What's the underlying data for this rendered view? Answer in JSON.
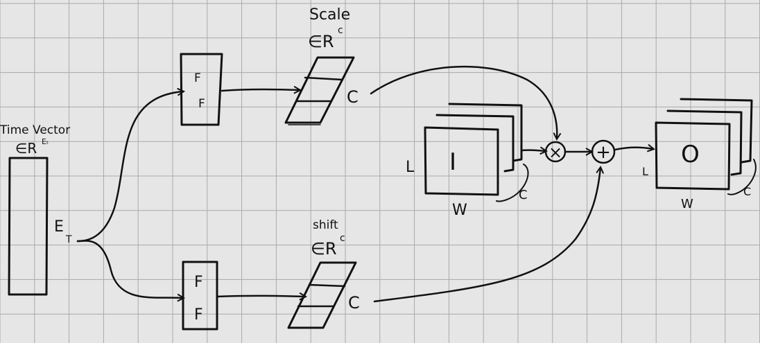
{
  "time_vector": {
    "title": "Time Vector",
    "space": "∈R",
    "space_sup": "Eₜ",
    "dim_label": "E",
    "dim_sub": "T"
  },
  "ff_top": {
    "label1": "F",
    "label2": "F"
  },
  "ff_bottom": {
    "label1": "F",
    "label2": "F"
  },
  "scale": {
    "title": "Scale",
    "space": "∈R",
    "space_sup": "c",
    "dim": "C"
  },
  "shift": {
    "title": "shift",
    "space": "∈R",
    "space_sup": "c",
    "dim": "C"
  },
  "input": {
    "label": "I",
    "height": "L",
    "width": "W",
    "channels": "C"
  },
  "output": {
    "label": "O",
    "height": "L",
    "width": "W",
    "channels": "C"
  },
  "ops": {
    "multiply": "×",
    "add": "+"
  },
  "colors": {
    "background": "#e6e6e6",
    "grid": "#a9a9a9",
    "ink": "#111111"
  }
}
